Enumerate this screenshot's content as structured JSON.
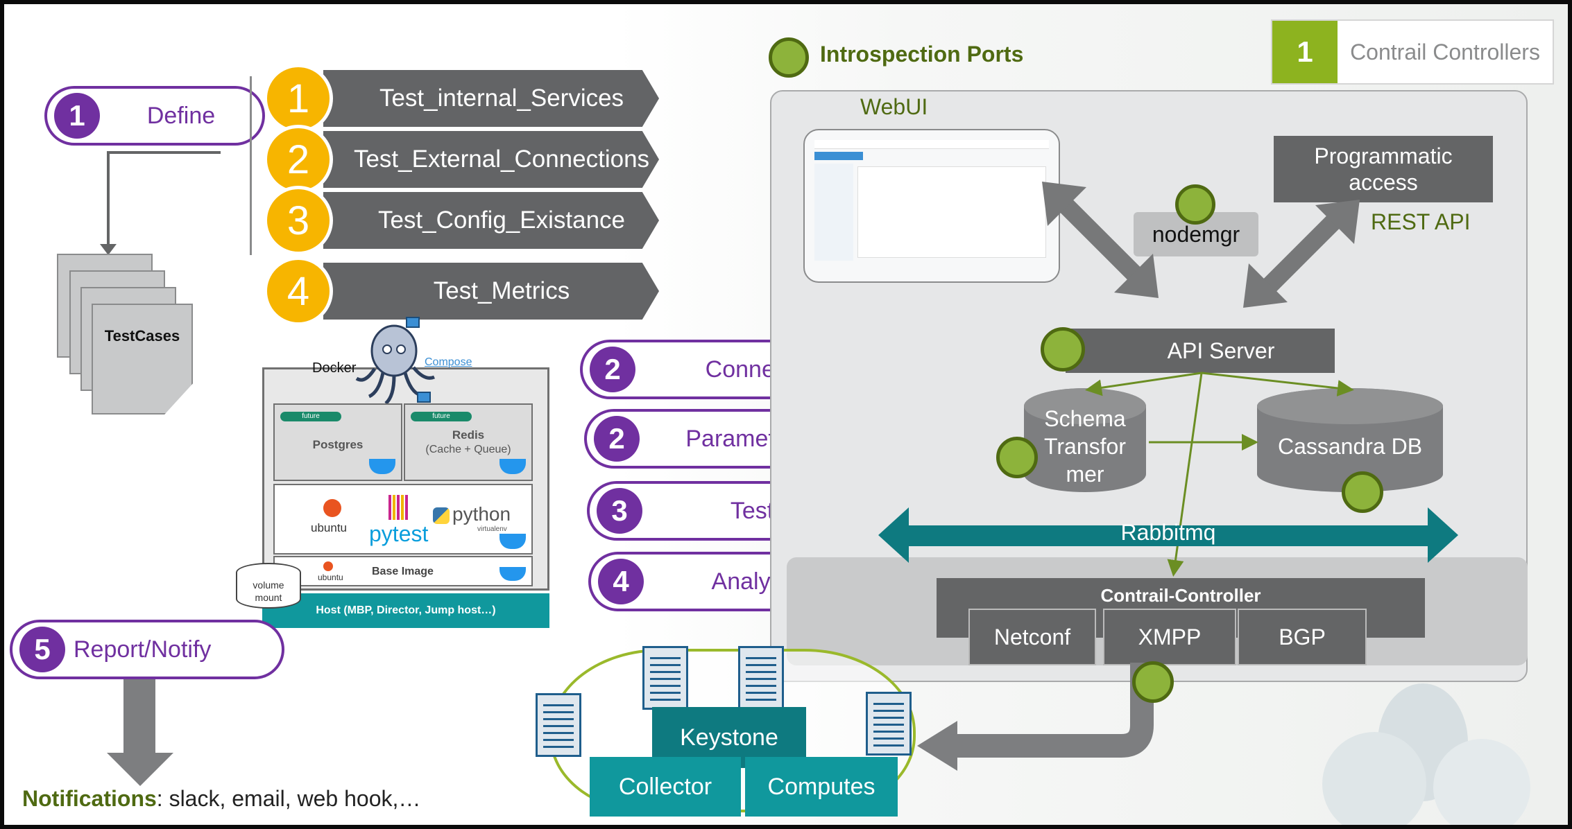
{
  "legend": {
    "number": "1",
    "label": "Contrail Controllers"
  },
  "introspection": {
    "label": "Introspection Ports"
  },
  "steps_left": [
    {
      "num": "1",
      "label": "Define"
    },
    {
      "num": "5",
      "label": "Report/Notify"
    }
  ],
  "tests": [
    {
      "num": "1",
      "label": "Test_internal_Services"
    },
    {
      "num": "2",
      "label": "Test_External_Connections"
    },
    {
      "num": "3",
      "label": "Test_Config_Existance"
    },
    {
      "num": "4",
      "label": "Test_Metrics"
    }
  ],
  "testcases_label": "TestCases",
  "docker": {
    "docker_label": "Docker",
    "compose_label": "Compose",
    "postgres": "Postgres",
    "redis": "Redis",
    "redis_sub": "(Cache + Queue)",
    "future": "future",
    "ubuntu": "ubuntu",
    "pytest": "pytest",
    "python": "python",
    "python_sub": "virtualenv",
    "base_image": "Base Image",
    "volume": "volume",
    "mount": "mount",
    "host": "Host (MBP, Director, Jump host…)"
  },
  "steps_mid": [
    {
      "num": "2",
      "label": "Connect"
    },
    {
      "num": "2",
      "label": "Parametrize"
    },
    {
      "num": "3",
      "label": "Test"
    },
    {
      "num": "4",
      "label": "Analyze"
    }
  ],
  "notifications": {
    "bold": "Notifications",
    "rest": ": slack, email, web hook,…"
  },
  "arch": {
    "webui": "WebUI",
    "prog_line1": "Programmatic",
    "prog_line2": "access",
    "rest_api": "REST API",
    "nodemgr": "nodemgr",
    "api_server": "API Server",
    "schema_l1": "Schema",
    "schema_l2": "Transfor",
    "schema_l3": "mer",
    "cassandra": "Cassandra DB",
    "rabbitmq": "Rabbitmq",
    "controller": "Contrail-Controller",
    "netconf": "Netconf",
    "xmpp": "XMPP",
    "bgp": "BGP",
    "keystone": "Keystone",
    "collector": "Collector",
    "computes": "Computes"
  },
  "colors": {
    "purple": "#7030a0",
    "yellow": "#f7b500",
    "grey": "#646566",
    "teal": "#10989d",
    "green": "#8db33b"
  }
}
